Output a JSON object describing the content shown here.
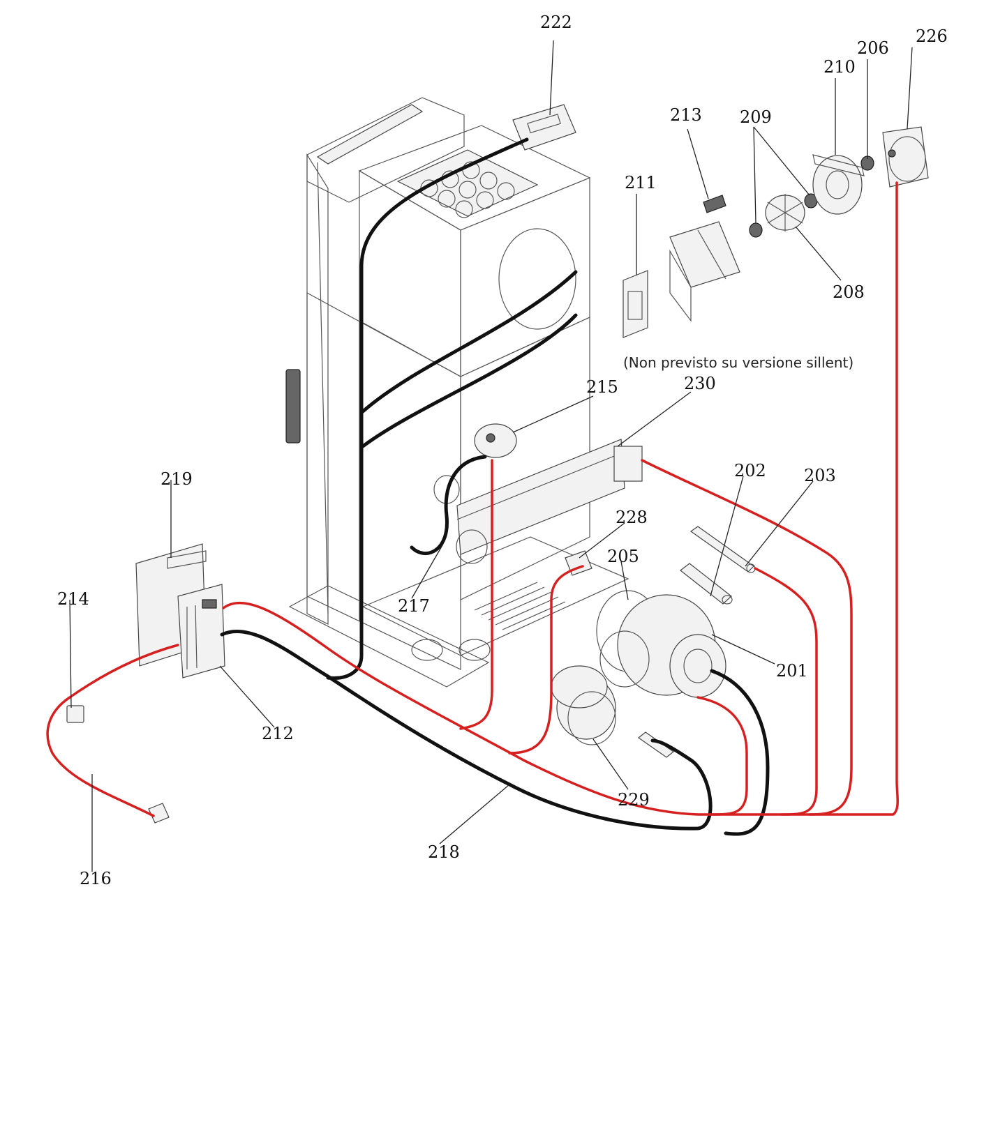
{
  "note": "(Non previsto su versione sillent)",
  "colors": {
    "wire_red": "#d62020",
    "wire_black": "#111111",
    "line": "#555555"
  },
  "callouts": {
    "c201": "201",
    "c202": "202",
    "c203": "203",
    "c205": "205",
    "c206": "206",
    "c208": "208",
    "c209": "209",
    "c210": "210",
    "c211": "211",
    "c212": "212",
    "c213": "213",
    "c214": "214",
    "c215": "215",
    "c216": "216",
    "c217": "217",
    "c218": "218",
    "c219": "219",
    "c222": "222",
    "c226": "226",
    "c228": "228",
    "c229": "229",
    "c230": "230"
  }
}
